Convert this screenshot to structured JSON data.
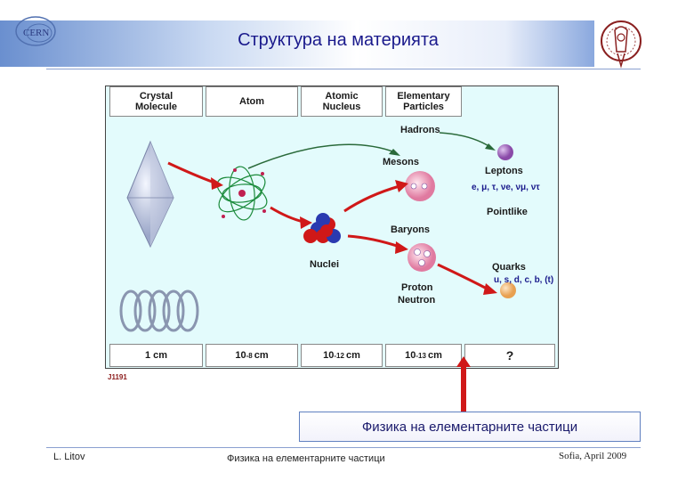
{
  "title": "Структура на материята",
  "logos": {
    "left": "CERN"
  },
  "header_cells": {
    "crystal": [
      "Crystal",
      "Molecule"
    ],
    "atom": "Atom",
    "nucleus": [
      "Atomic",
      "Nucleus"
    ],
    "elementary": [
      "Elementary",
      "Particles"
    ]
  },
  "diagram_labels": {
    "hadrons": "Hadrons",
    "mesons": "Mesons",
    "leptons": "Leptons",
    "lepton_symbols": "e, μ, τ, νe, νμ, ντ",
    "pointlike": "Pointlike",
    "baryons": "Baryons",
    "nuclei": "Nuclei",
    "quarks": "Quarks",
    "quark_symbols": "u, s, d, c, b, (t)",
    "proton": "Proton",
    "neutron": "Neutron"
  },
  "scale_cells": {
    "crystal": "1 cm",
    "atom": {
      "base": "10",
      "exp": "-8",
      "unit": "cm"
    },
    "nucleus": {
      "base": "10",
      "exp": "-12",
      "unit": "cm"
    },
    "elementary": {
      "base": "10",
      "exp": "-13",
      "unit": "cm"
    },
    "unknown": "?"
  },
  "ref_code": "J1191",
  "banner": "Физика на елементарните частици",
  "footer": {
    "author": "L. Litov",
    "center": "Физика на елементарните частици",
    "right": "Sofia, April 2009"
  },
  "colors": {
    "title_text": "#1a1a8c",
    "panel_bg": "#e3fbfc",
    "arrow_red": "#d01818",
    "quark_orange": "#f7c07e",
    "lepton_purple": "#a870c0"
  }
}
